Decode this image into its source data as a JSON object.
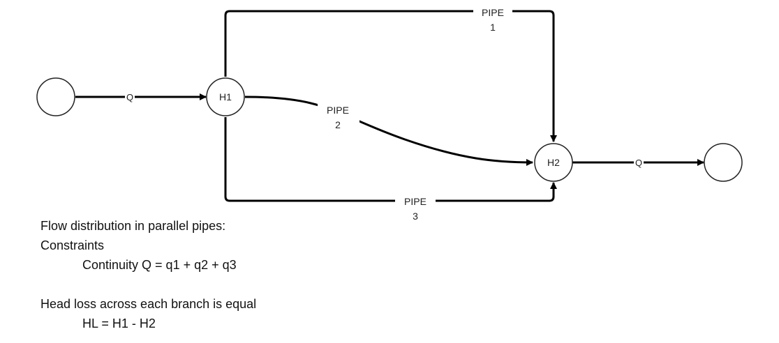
{
  "nodes": {
    "source": "",
    "h1": "H1",
    "h2": "H2",
    "sink": ""
  },
  "edges": {
    "inflow": "Q",
    "outflow": "Q",
    "pipe1": {
      "line1": "PIPE",
      "line2": "1"
    },
    "pipe2": {
      "line1": "PIPE",
      "line2": "2"
    },
    "pipe3": {
      "line1": "PIPE",
      "line2": "3"
    }
  },
  "notes": {
    "title": "Flow distribution in parallel pipes:",
    "constraints": "Constraints",
    "continuity": "Continuity Q = q1 + q2 + q3",
    "headloss": "Head loss across each branch is equal",
    "hl_equation": "HL = H1 - H2"
  }
}
